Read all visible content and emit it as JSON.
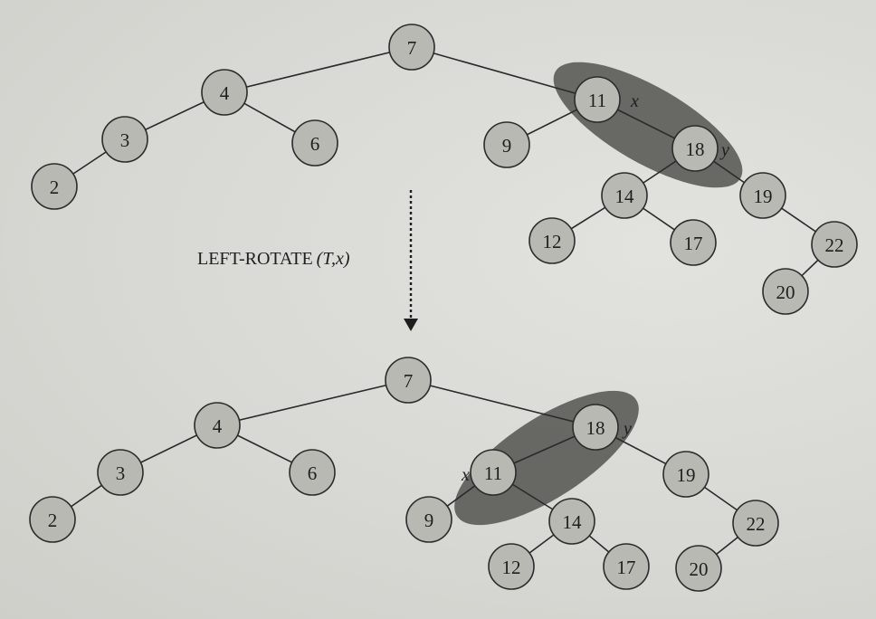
{
  "operation": {
    "name": "LEFT-ROTATE",
    "args": "(T,x)"
  },
  "pivot_labels": {
    "x": "x",
    "y": "y"
  },
  "trees": [
    {
      "id": "before",
      "nodes": [
        "7",
        "4",
        "3",
        "2",
        "6",
        "11",
        "9",
        "18",
        "14",
        "12",
        "17",
        "19",
        "22",
        "20"
      ],
      "edges": [
        [
          "7",
          "4"
        ],
        [
          "7",
          "11"
        ],
        [
          "4",
          "3"
        ],
        [
          "4",
          "6"
        ],
        [
          "3",
          "2"
        ],
        [
          "11",
          "9"
        ],
        [
          "11",
          "18"
        ],
        [
          "18",
          "14"
        ],
        [
          "18",
          "19"
        ],
        [
          "14",
          "12"
        ],
        [
          "14",
          "17"
        ],
        [
          "19",
          "22"
        ],
        [
          "22",
          "20"
        ]
      ],
      "highlighted": [
        "11",
        "18"
      ],
      "x_node": "11",
      "y_node": "18"
    },
    {
      "id": "after",
      "nodes": [
        "7",
        "4",
        "3",
        "2",
        "6",
        "18",
        "11",
        "9",
        "14",
        "12",
        "17",
        "19",
        "22",
        "20"
      ],
      "edges": [
        [
          "7",
          "4"
        ],
        [
          "7",
          "18"
        ],
        [
          "4",
          "3"
        ],
        [
          "4",
          "6"
        ],
        [
          "3",
          "2"
        ],
        [
          "18",
          "11"
        ],
        [
          "18",
          "19"
        ],
        [
          "11",
          "9"
        ],
        [
          "11",
          "14"
        ],
        [
          "14",
          "12"
        ],
        [
          "14",
          "17"
        ],
        [
          "19",
          "22"
        ],
        [
          "22",
          "20"
        ]
      ],
      "highlighted": [
        "18",
        "11"
      ],
      "x_node": "11",
      "y_node": "18"
    }
  ],
  "colors": {
    "node_fill": "#b9b9b4",
    "highlight": "#5d5d5a",
    "ink": "#1e1e1e"
  }
}
